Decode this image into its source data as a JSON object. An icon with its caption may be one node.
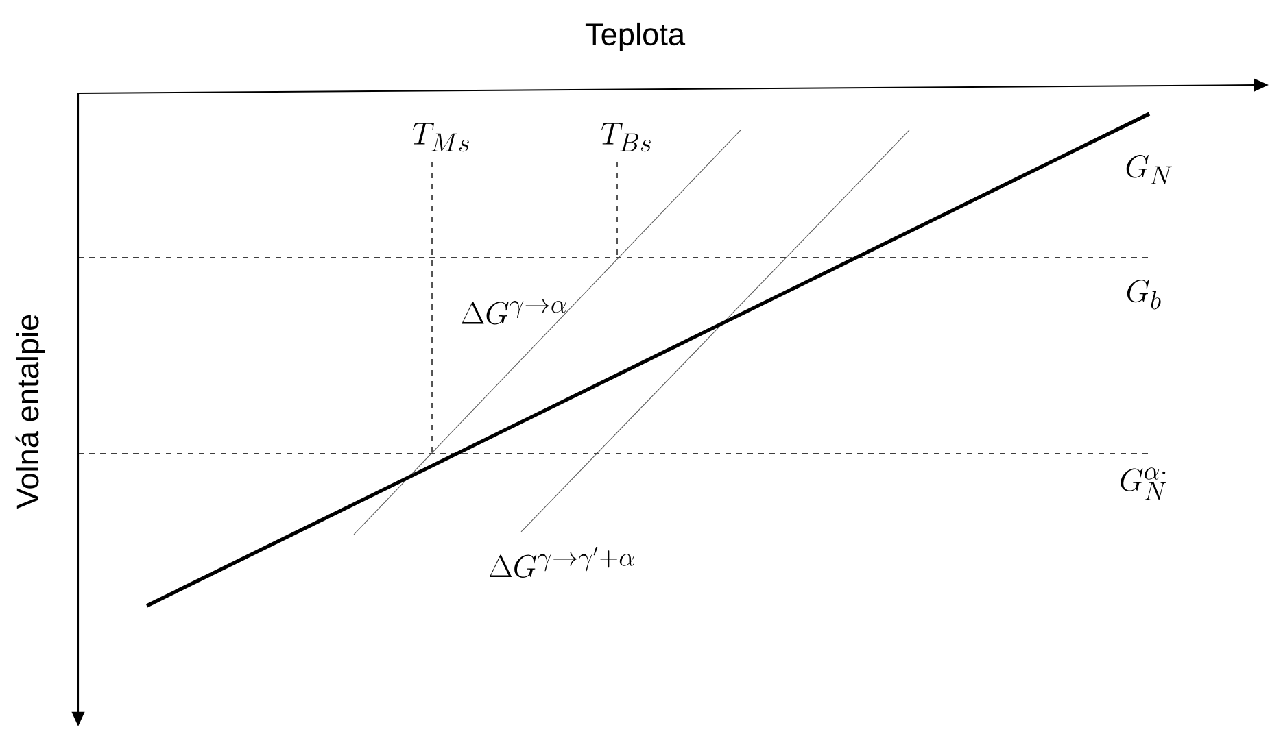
{
  "diagram": {
    "labels": [
      "Teplota",
      "Volná entalpie",
      "T_{Ms}",
      "T_{Bs}",
      "G_N",
      "G_b",
      "G_N^{\\alpha\\cdot}",
      "\\Delta G^{\\gamma\\to\\alpha}",
      "\\Delta G^{\\gamma\\to\\gamma'+\\alpha}"
    ]
  }
}
